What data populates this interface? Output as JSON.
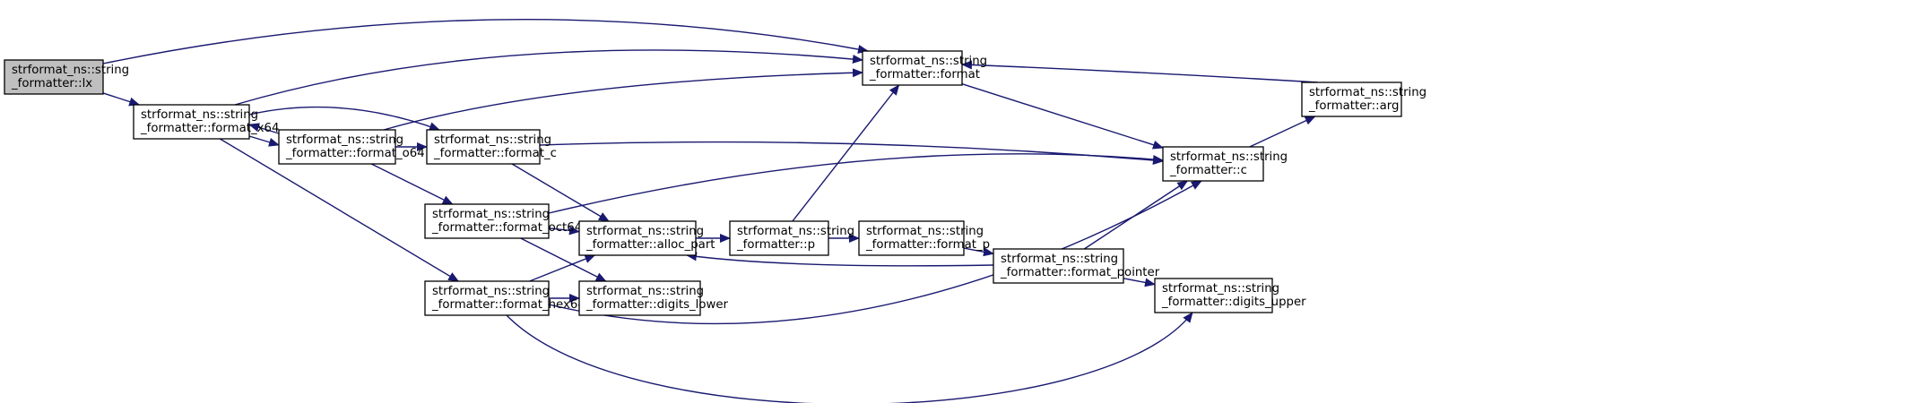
{
  "colors": {
    "edge": "#191970",
    "node_border": "#000000",
    "node_fill": "#ffffff",
    "root_fill": "#bfbfbf",
    "text": "#000000"
  },
  "nodes": [
    {
      "id": "lx",
      "line1": "strformat_ns::string",
      "line2": "_formatter::lx",
      "root": true
    },
    {
      "id": "format_x64",
      "line1": "strformat_ns::string",
      "line2": "_formatter::format_x64"
    },
    {
      "id": "format_o64",
      "line1": "strformat_ns::string",
      "line2": "_formatter::format_o64"
    },
    {
      "id": "format_c",
      "line1": "strformat_ns::string",
      "line2": "_formatter::format_c"
    },
    {
      "id": "format_oct64",
      "line1": "strformat_ns::string",
      "line2": "_formatter::format_oct64"
    },
    {
      "id": "format_hex64",
      "line1": "strformat_ns::string",
      "line2": "_formatter::format_hex64"
    },
    {
      "id": "alloc_part",
      "line1": "strformat_ns::string",
      "line2": "_formatter::alloc_part"
    },
    {
      "id": "digits_lower",
      "line1": "strformat_ns::string",
      "line2": "_formatter::digits_lower"
    },
    {
      "id": "p",
      "line1": "strformat_ns::string",
      "line2": "_formatter::p"
    },
    {
      "id": "format_p",
      "line1": "strformat_ns::string",
      "line2": "_formatter::format_p"
    },
    {
      "id": "format",
      "line1": "strformat_ns::string",
      "line2": "_formatter::format"
    },
    {
      "id": "format_pointer",
      "line1": "strformat_ns::string",
      "line2": "_formatter::format_pointer"
    },
    {
      "id": "c",
      "line1": "strformat_ns::string",
      "line2": "_formatter::c"
    },
    {
      "id": "digits_upper",
      "line1": "strformat_ns::string",
      "line2": "_formatter::digits_upper"
    },
    {
      "id": "arg",
      "line1": "strformat_ns::string",
      "line2": "_formatter::arg"
    }
  ],
  "edges": [
    {
      "from": "lx",
      "to": "format_x64"
    },
    {
      "from": "lx",
      "to": "format"
    },
    {
      "from": "format_x64",
      "to": "format"
    },
    {
      "from": "format_x64",
      "to": "format_o64"
    },
    {
      "from": "format_x64",
      "to": "format_c"
    },
    {
      "from": "format_x64",
      "to": "format_hex64"
    },
    {
      "from": "format_o64",
      "to": "format_x64"
    },
    {
      "from": "format_o64",
      "to": "format"
    },
    {
      "from": "format_o64",
      "to": "format_c"
    },
    {
      "from": "format_o64",
      "to": "format_oct64"
    },
    {
      "from": "format_c",
      "to": "c"
    },
    {
      "from": "format_c",
      "to": "alloc_part"
    },
    {
      "from": "format_oct64",
      "to": "c"
    },
    {
      "from": "format_oct64",
      "to": "alloc_part"
    },
    {
      "from": "format_oct64",
      "to": "digits_lower"
    },
    {
      "from": "format_hex64",
      "to": "alloc_part"
    },
    {
      "from": "format_hex64",
      "to": "digits_lower"
    },
    {
      "from": "format_hex64",
      "to": "c"
    },
    {
      "from": "format_hex64",
      "to": "digits_upper"
    },
    {
      "from": "alloc_part",
      "to": "p"
    },
    {
      "from": "p",
      "to": "format"
    },
    {
      "from": "p",
      "to": "format_p"
    },
    {
      "from": "format_p",
      "to": "format_pointer"
    },
    {
      "from": "format_pointer",
      "to": "alloc_part"
    },
    {
      "from": "format_pointer",
      "to": "c"
    },
    {
      "from": "format_pointer",
      "to": "digits_upper"
    },
    {
      "from": "format",
      "to": "c"
    },
    {
      "from": "c",
      "to": "arg"
    },
    {
      "from": "arg",
      "to": "format"
    }
  ]
}
